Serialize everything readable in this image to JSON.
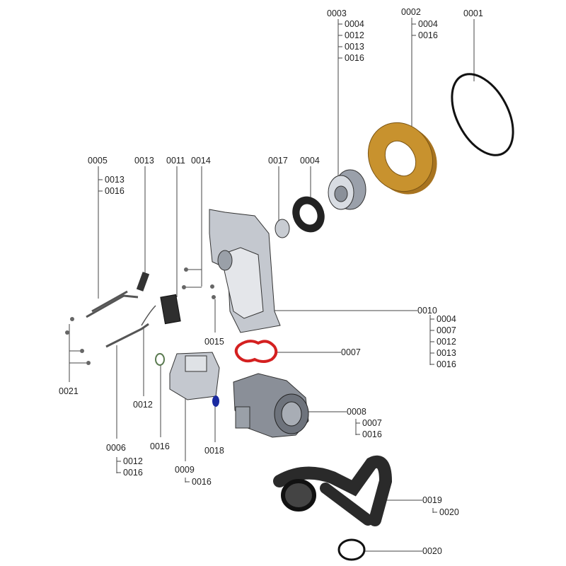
{
  "diagram": {
    "type": "exploded parts diagram",
    "callouts": [
      {
        "id": "0003",
        "subs": [
          "0004",
          "0012",
          "0013",
          "0016"
        ]
      },
      {
        "id": "0002",
        "subs": [
          "0004",
          "0016"
        ]
      },
      {
        "id": "0001",
        "subs": []
      },
      {
        "id": "0005",
        "subs": [
          "0013",
          "0016"
        ]
      },
      {
        "id": "0013",
        "subs": []
      },
      {
        "id": "0011",
        "subs": []
      },
      {
        "id": "0014",
        "subs": []
      },
      {
        "id": "0017",
        "subs": []
      },
      {
        "id": "0004",
        "subs": []
      },
      {
        "id": "0010",
        "subs": [
          "0004",
          "0007",
          "0012",
          "0013",
          "0016"
        ]
      },
      {
        "id": "0007",
        "subs": []
      },
      {
        "id": "0015",
        "subs": []
      },
      {
        "id": "0021",
        "subs": []
      },
      {
        "id": "0012",
        "subs": []
      },
      {
        "id": "0008",
        "subs": [
          "0007",
          "0016"
        ]
      },
      {
        "id": "0006",
        "subs": [
          "0012",
          "0016"
        ]
      },
      {
        "id": "0016",
        "subs": []
      },
      {
        "id": "0018",
        "subs": []
      },
      {
        "id": "0009",
        "subs": [
          "0016"
        ]
      },
      {
        "id": "0019",
        "subs": [
          "0020"
        ]
      },
      {
        "id": "0020",
        "subs": []
      }
    ],
    "colors": {
      "gold_ring": "#c8922e",
      "red_gasket": "#d42020",
      "blue_clip": "#1a2aa0",
      "grey_part": "#b8bcc4",
      "dark_hose": "#2a2a2a"
    }
  }
}
